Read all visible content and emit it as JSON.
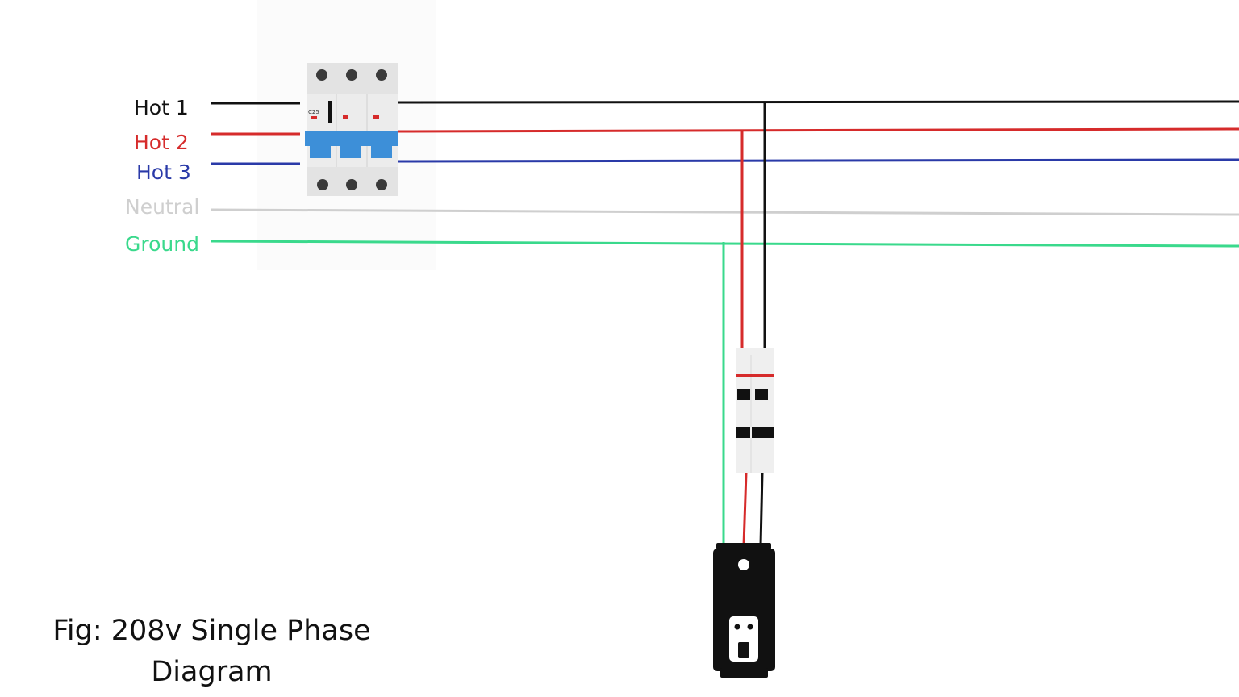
{
  "wires": [
    {
      "name": "hot1",
      "label": "Hot 1",
      "color": "#111111"
    },
    {
      "name": "hot2",
      "label": "Hot 2",
      "color": "#d62b2b"
    },
    {
      "name": "hot3",
      "label": "Hot 3",
      "color": "#2a3aa8"
    },
    {
      "name": "neutral",
      "label": "Neutral",
      "color": "#cfcfcf"
    },
    {
      "name": "ground",
      "label": "Ground",
      "color": "#3ad98c"
    }
  ],
  "main_breaker": {
    "rating_text": "C25",
    "accent_color": "#3d8fd8"
  },
  "caption": {
    "line1": "Fig: 208v Single Phase",
    "line2": "Diagram"
  }
}
